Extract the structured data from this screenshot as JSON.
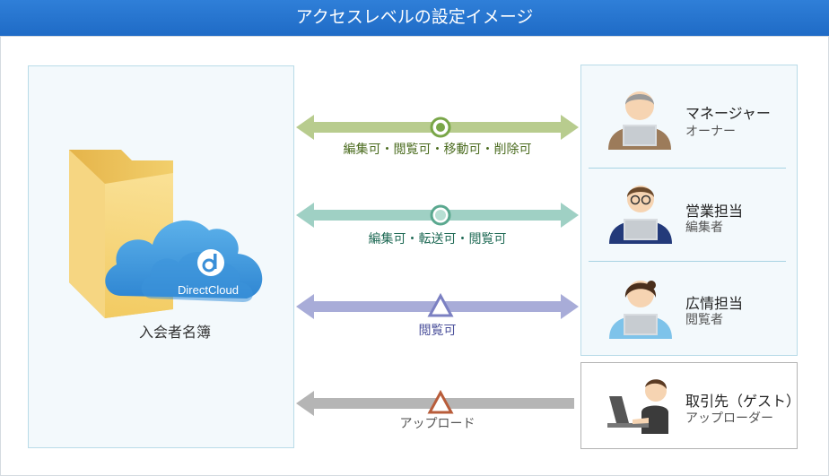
{
  "title": "アクセスレベルの設定イメージ",
  "folder": {
    "label": "入会者名簿",
    "cloud_text": "DirectCloud"
  },
  "permissions": [
    {
      "label": "編集可・閲覧可・移動可・削除可",
      "symbol": "double-circle",
      "direction": "both",
      "color": "#b8cc8e",
      "symbol_color": "#79a648",
      "text_color": "#4a6b1e"
    },
    {
      "label": "編集可・転送可・閲覧可",
      "symbol": "circle",
      "direction": "both",
      "color": "#9fd0c4",
      "symbol_color": "#5aa88f",
      "text_color": "#1f6a55"
    },
    {
      "label": "閲覧可",
      "symbol": "triangle",
      "direction": "both",
      "color": "#a8acd8",
      "symbol_color": "#7b80c2",
      "text_color": "#4a4f9a"
    },
    {
      "label": "アップロード",
      "symbol": "triangle",
      "direction": "left",
      "color": "#b5b5b5",
      "symbol_color": "#b85c3a",
      "text_color": "#555555"
    }
  ],
  "roles": [
    {
      "name": "マネージャー",
      "sub": "オーナー"
    },
    {
      "name": "営業担当",
      "sub": "編集者"
    },
    {
      "name": "広情担当",
      "sub": "閲覧者"
    },
    {
      "name": "取引先（ゲスト）",
      "sub": "アップローダー"
    }
  ]
}
